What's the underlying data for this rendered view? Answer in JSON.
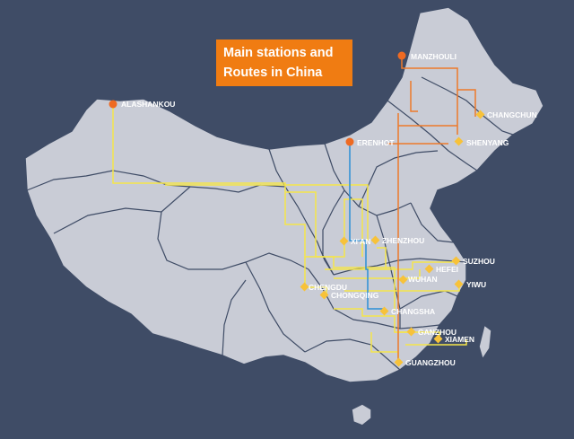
{
  "map": {
    "title_line1": "Main stations and",
    "title_line2": "Routes in China",
    "colors": {
      "background": "#3f4c66",
      "land": "#c9ccd6",
      "province_border": "#3f4c66",
      "yellow_route": "#f5e54a",
      "orange_route": "#ee7a2a",
      "blue_route": "#2b8fd6",
      "border_station": "#ee6a22",
      "inland_station": "#f7c23a"
    },
    "stations": {
      "manzhouli": "MANZHOULI",
      "alashankou": "ALASHANKOU",
      "erenhot": "ERENHOT",
      "changchun": "CHANGCHUN",
      "shenyang": "SHENYANG",
      "xian": "XI'AN",
      "zhenzhou": "ZHENZHOU",
      "suzhou": "SUZHOU",
      "hefei": "HEFEI",
      "wuhan": "WUHAN",
      "yiwu": "YIWU",
      "chengdu": "CHENGDU",
      "chongqing": "CHONGQING",
      "changsha": "CHANGSHA",
      "ganzhou": "GANZHOU",
      "xiamen": "XIAMEN",
      "guangzhou": "GUANGZHOU"
    }
  }
}
